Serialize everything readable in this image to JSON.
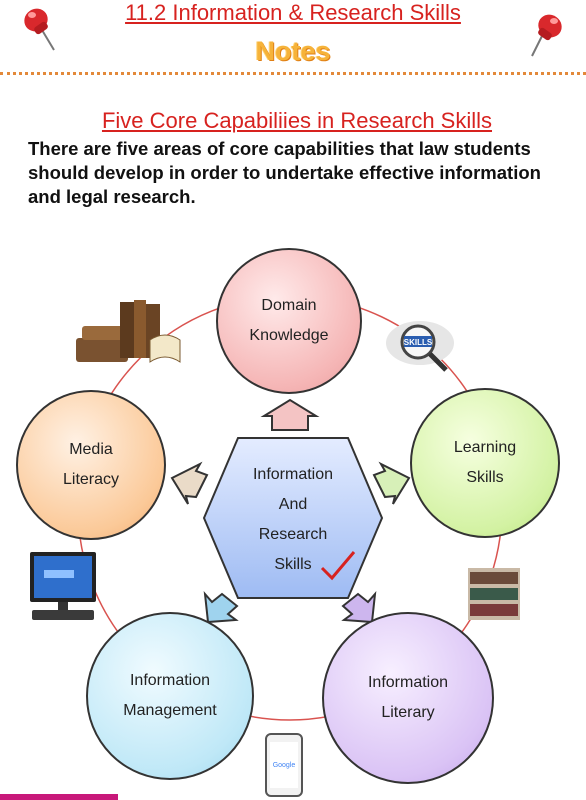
{
  "header": {
    "title": "11.2 Information & Research Skills",
    "notes": "Notes"
  },
  "section": {
    "subtitle": "Five Core Capabiliies in Research Skills",
    "intro": "There are five areas of core capabilities that law students should develop in order to undertake effective information and legal research."
  },
  "diagram": {
    "center": [
      "Information",
      "And",
      "Research",
      "Skills"
    ],
    "domain_knowledge": [
      "Domain",
      "Knowledge"
    ],
    "learning_skills": [
      "Learning",
      "Skills"
    ],
    "media_literacy": [
      "Media",
      "Literacy"
    ],
    "information_management": [
      "Information",
      "Management"
    ],
    "information_literary": [
      "Information",
      "Literary"
    ],
    "skills_badge": "SKILLS",
    "google_label": "Google"
  },
  "colors": {
    "title_red": "#d7221f",
    "notes_orange": "#f6b33a",
    "dotted_rule": "#e3893a",
    "ring": "#d9534f"
  },
  "icons": [
    "pushpin-icon",
    "books-icon",
    "magnifier-icon",
    "monitor-icon",
    "bookshelf-icon",
    "smartphone-icon",
    "checkmark-icon"
  ]
}
